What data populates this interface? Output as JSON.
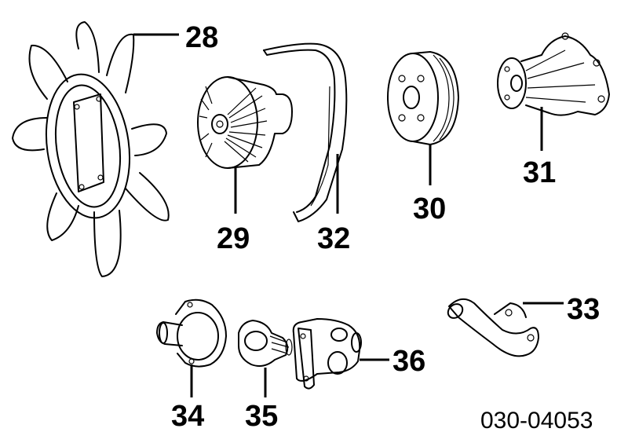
{
  "callouts": {
    "p28": "28",
    "p29": "29",
    "p30": "30",
    "p31": "31",
    "p32": "32",
    "p33": "33",
    "p34": "34",
    "p35": "35",
    "p36": "36"
  },
  "diagram_code": "030-04053"
}
